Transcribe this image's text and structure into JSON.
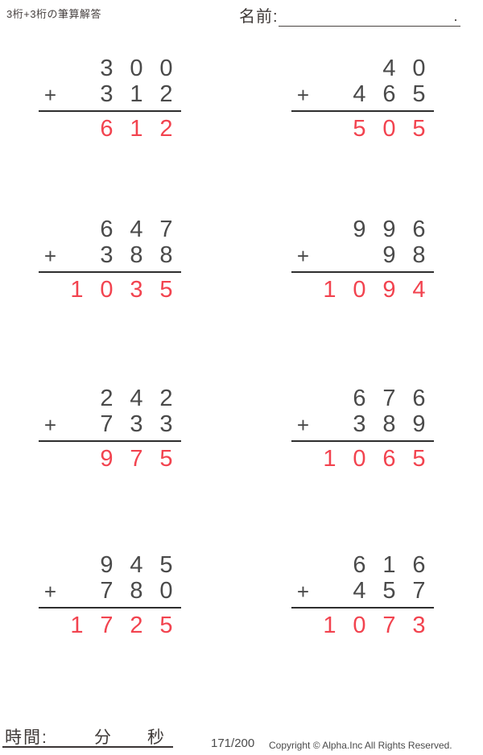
{
  "page": {
    "title": "3桁+3桁の筆算解答",
    "name_label": "名前:",
    "name_line_end": "."
  },
  "operator": "+",
  "problems": [
    {
      "addend1": "300",
      "addend2": "312",
      "answer": "612"
    },
    {
      "addend1": "40",
      "addend2": "465",
      "answer": "505"
    },
    {
      "addend1": "647",
      "addend2": "388",
      "answer": "1035"
    },
    {
      "addend1": "996",
      "addend2": "98",
      "answer": "1094"
    },
    {
      "addend1": "242",
      "addend2": "733",
      "answer": "975"
    },
    {
      "addend1": "676",
      "addend2": "389",
      "answer": "1065"
    },
    {
      "addend1": "945",
      "addend2": "780",
      "answer": "1725"
    },
    {
      "addend1": "616",
      "addend2": "457",
      "answer": "1073"
    }
  ],
  "footer": {
    "time_label": "時間:",
    "minutes_label": "分",
    "seconds_label": "秒",
    "page_number": "171/200",
    "copyright": "Copyright © Alpha.Inc All Rights Reserved."
  },
  "colors": {
    "text": "#4a4a4a",
    "answer_red": "#f2434f",
    "line": "#2e2e2e"
  }
}
